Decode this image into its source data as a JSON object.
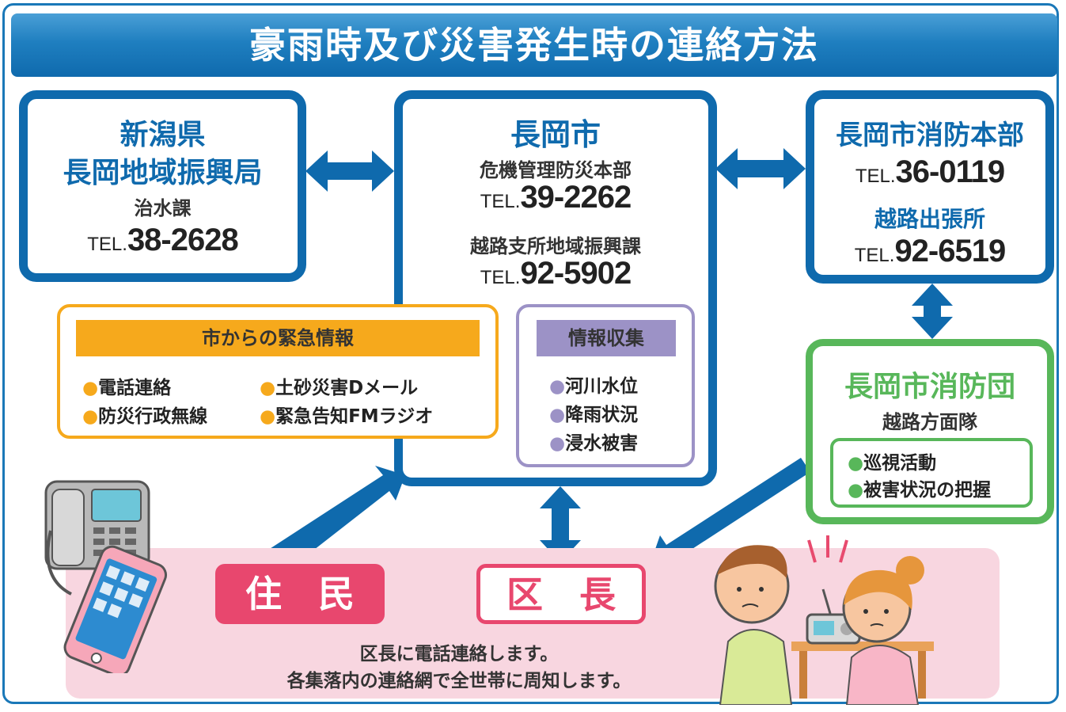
{
  "title": "豪雨時及び災害発生時の連絡方法",
  "niigata": {
    "line1": "新潟県",
    "line2": "長岡地域振興局",
    "dept": "治水課",
    "tel_prefix": "TEL.",
    "tel": "38-2628"
  },
  "nagaoka": {
    "title": "長岡市",
    "dept1": "危機管理防災本部",
    "tel1_prefix": "TEL.",
    "tel1": "39-2262",
    "dept2": "越路支所地域振興課",
    "tel2_prefix": "TEL.",
    "tel2": "92-5902"
  },
  "fire_hq": {
    "title": "長岡市消防本部",
    "tel1_prefix": "TEL.",
    "tel1": "36-0119",
    "branch": "越路出張所",
    "tel2_prefix": "TEL.",
    "tel2": "92-6519"
  },
  "emergency_info": {
    "header": "市からの緊急情報",
    "items": [
      "電話連絡",
      "土砂災害Dメール",
      "防災行政無線",
      "緊急告知FMラジオ"
    ]
  },
  "info_collection": {
    "header": "情報収集",
    "items": [
      "河川水位",
      "降雨状況",
      "浸水被害"
    ]
  },
  "fire_corps": {
    "title": "長岡市消防団",
    "sub": "越路方面隊",
    "items": [
      "巡視活動",
      "被害状況の把握"
    ]
  },
  "residents": "住　民",
  "ward_chief": "区　長",
  "caption1": "区長に電話連絡します。",
  "caption2": "各集落内の連絡網で全世帯に周知します。",
  "colors": {
    "blue": "#0f6aad",
    "orange": "#f6a91c",
    "purple": "#9c92c6",
    "green": "#58b75a",
    "pink": "#e8476e",
    "pink_bg": "#f8d6e0"
  },
  "icons": [
    "telephone-icon",
    "smartphone-icon",
    "radio-icon",
    "people-illustration"
  ]
}
